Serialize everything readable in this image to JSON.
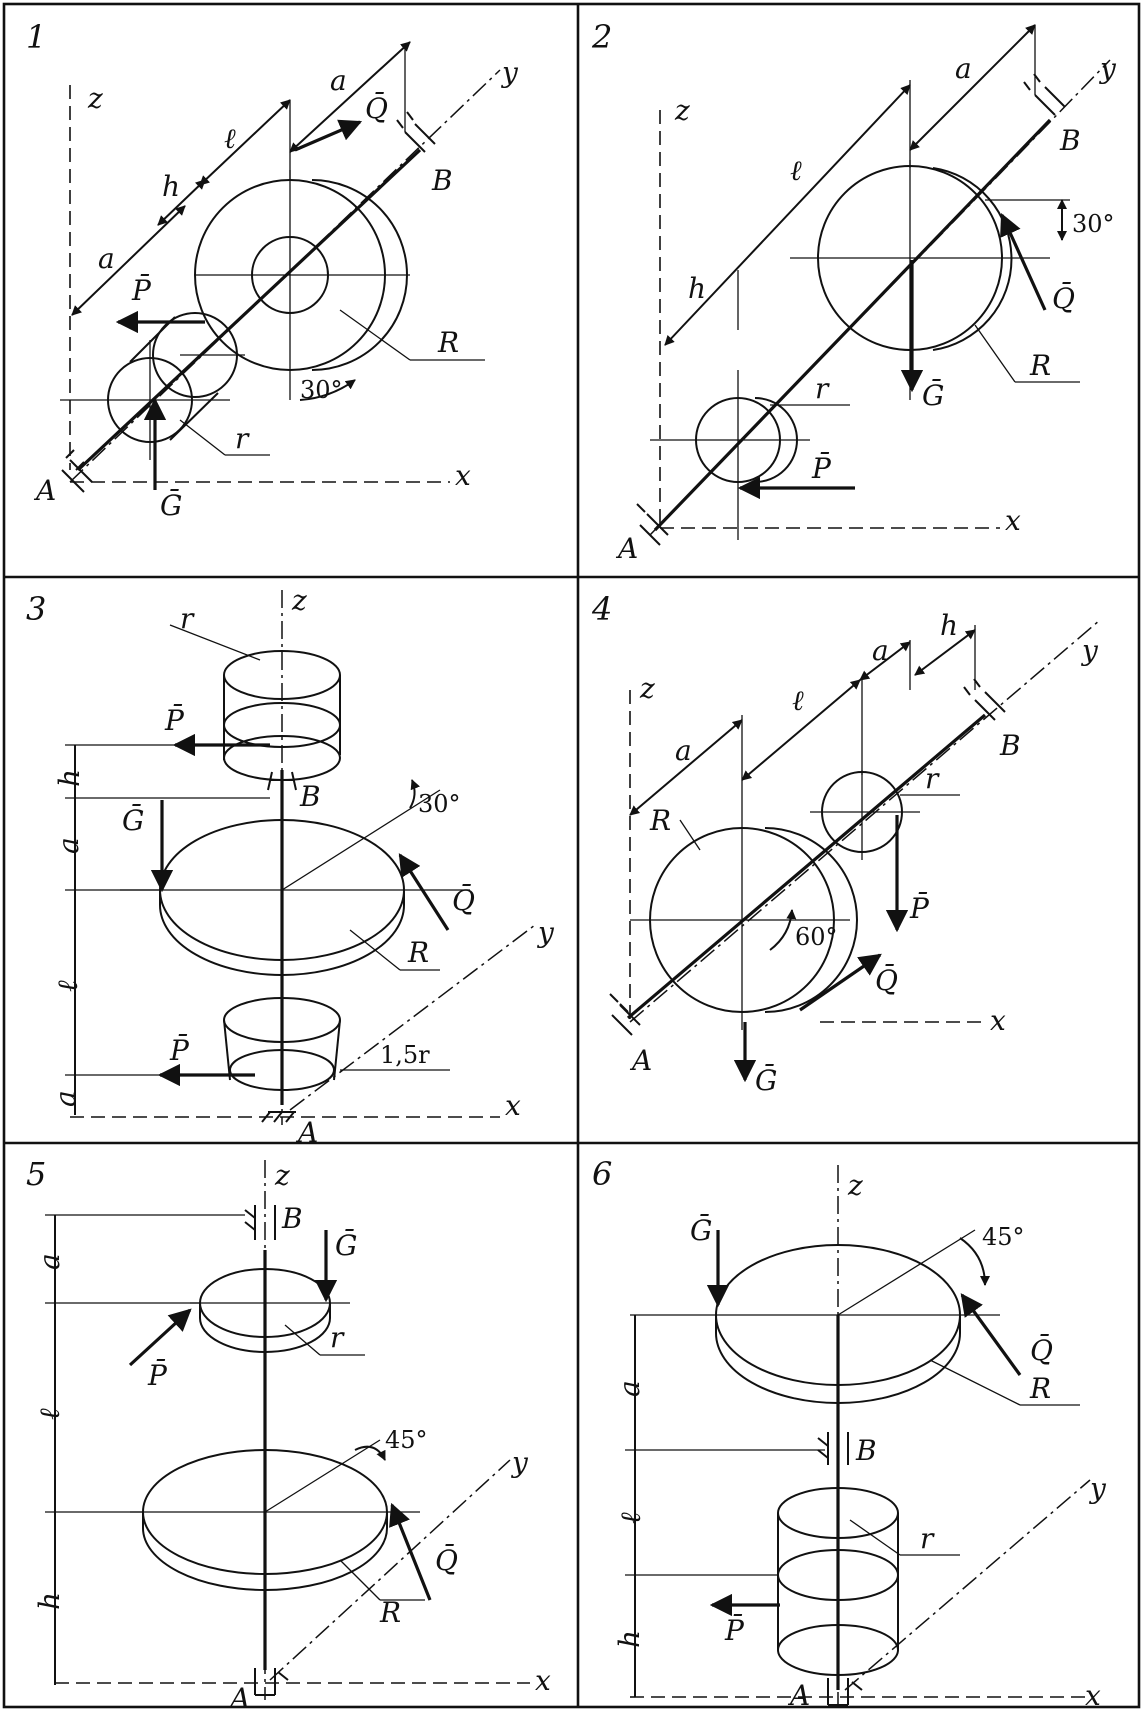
{
  "panels": [
    {
      "number": "1",
      "labels": {
        "z": "z",
        "y": "y",
        "x": "x",
        "support_a": "A",
        "support_b": "B",
        "a_top": "a",
        "a_left": "a",
        "l": "ℓ",
        "h": "h",
        "Q": "Q̄",
        "P": "P̄",
        "G": "Ḡ",
        "R": "R",
        "r": "r",
        "angle": "30°"
      }
    },
    {
      "number": "2",
      "labels": {
        "z": "z",
        "y": "y",
        "x": "x",
        "support_a": "A",
        "support_b": "B",
        "a": "a",
        "l": "ℓ",
        "h": "h",
        "Q": "Q̄",
        "P": "P̄",
        "G": "Ḡ",
        "R": "R",
        "r": "r",
        "angle": "30°"
      }
    },
    {
      "number": "3",
      "labels": {
        "z": "z",
        "y": "y",
        "x": "x",
        "support_a": "A",
        "support_b": "B",
        "h": "h",
        "a_top": "a",
        "l": "ℓ",
        "a_bottom": "a",
        "Q": "Q̄",
        "P_top": "P̄",
        "P_bottom": "P̄",
        "G": "Ḡ",
        "R": "R",
        "r": "r",
        "r15": "1,5r",
        "angle": "30°"
      }
    },
    {
      "number": "4",
      "labels": {
        "z": "z",
        "y": "y",
        "x": "x",
        "support_a": "A",
        "support_b": "B",
        "a_left": "a",
        "l": "ℓ",
        "a_right": "a",
        "h": "h",
        "Q": "Q̄",
        "P": "P̄",
        "G": "Ḡ",
        "R": "R",
        "r": "r",
        "angle": "60°"
      }
    },
    {
      "number": "5",
      "labels": {
        "z": "z",
        "y": "y",
        "x": "x",
        "support_a": "A",
        "support_b": "B",
        "a": "a",
        "l": "ℓ",
        "h": "h",
        "Q": "Q̄",
        "P": "P̄",
        "G": "Ḡ",
        "R": "R",
        "r": "r",
        "angle": "45°"
      }
    },
    {
      "number": "6",
      "labels": {
        "z": "z",
        "y": "y",
        "x": "x",
        "support_a": "A",
        "support_b": "B",
        "a": "a",
        "l": "ℓ",
        "h": "h",
        "Q": "Q̄",
        "P": "P̄",
        "G": "Ḡ",
        "R": "R",
        "r": "r",
        "angle": "45°"
      }
    }
  ]
}
